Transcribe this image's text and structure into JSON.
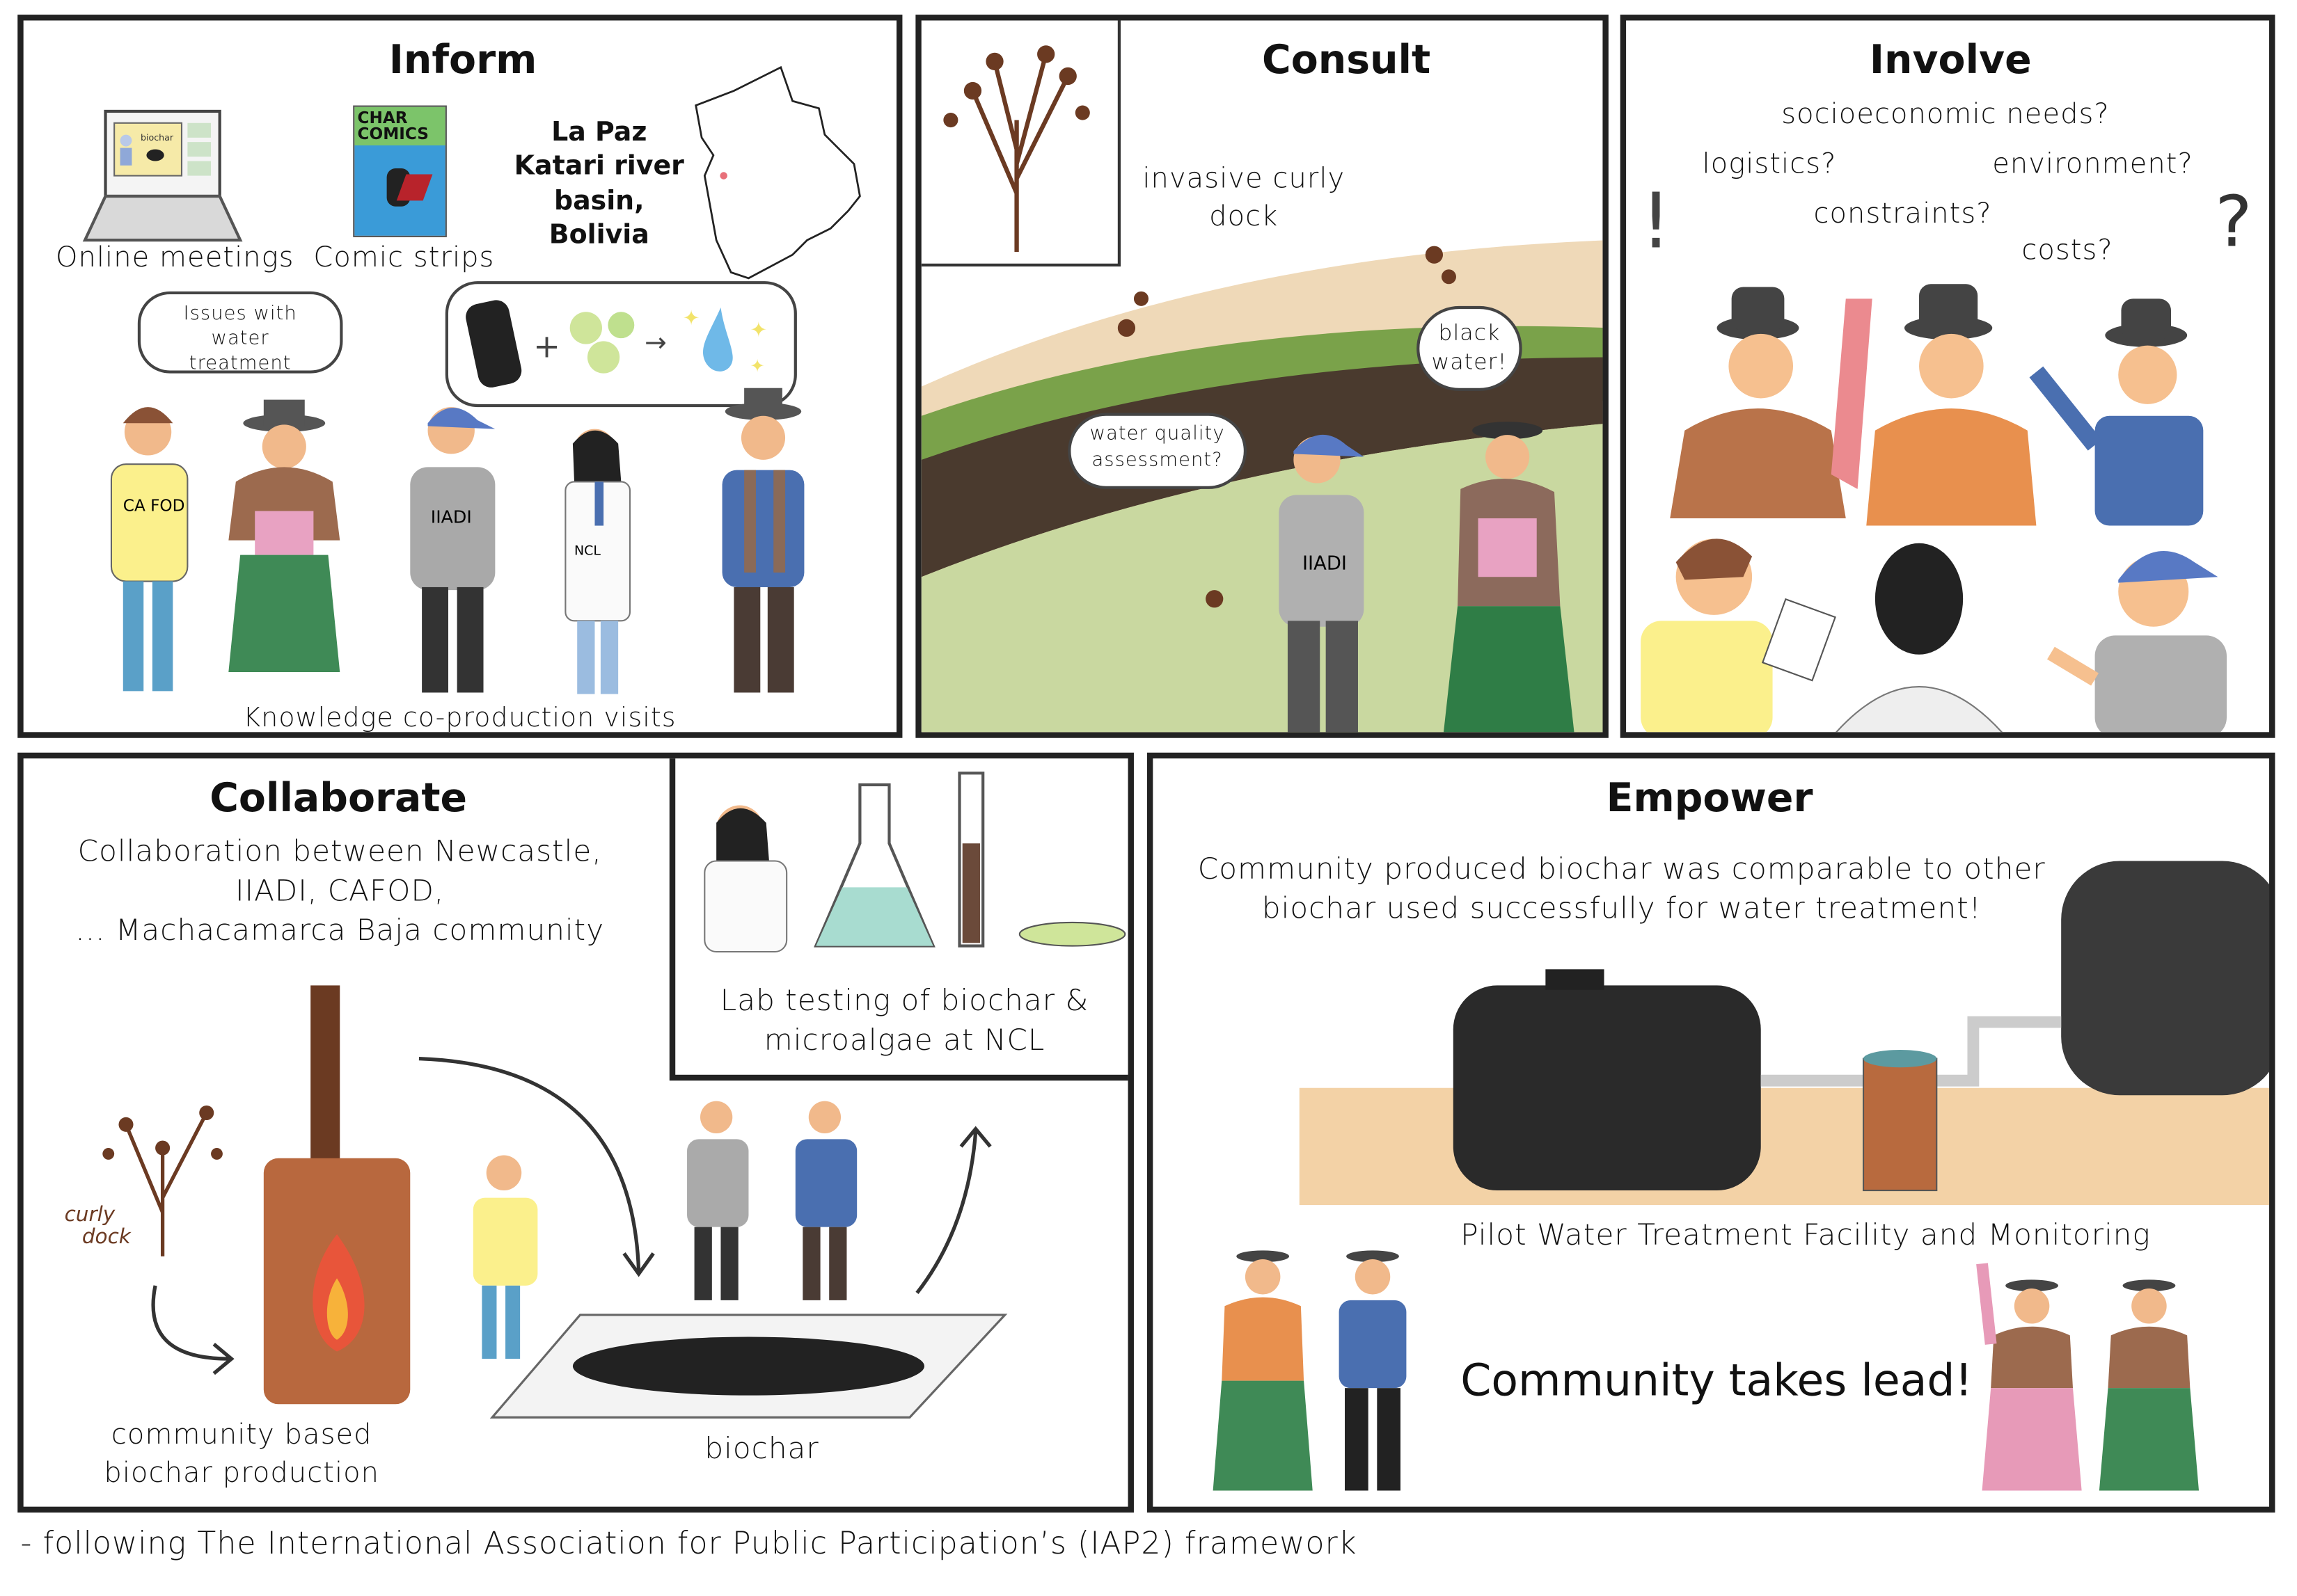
{
  "inform": {
    "title": "Inform",
    "online_meetings": "Online meetings",
    "comic_strips": "Comic strips",
    "comic_cover": "CHAR COMICS",
    "laptop_screen": "biochar",
    "location": [
      "La Paz",
      "Katari river",
      "basin,",
      "Bolivia"
    ],
    "bubble_issues": "Issues with water treatment",
    "visits": "Knowledge co-production visits",
    "shirt_cafod": "CA FOD",
    "shirt_iiadi": "IIADI",
    "badge_ncl": "NCL"
  },
  "consult": {
    "title": "Consult",
    "invasive": "invasive curly dock",
    "black_water": "black water!",
    "water_quality": "water quality assessment?",
    "shirt_iiadi": "IIADI"
  },
  "involve": {
    "title": "Involve",
    "questions": [
      "socioeconomic needs?",
      "logistics?",
      "environment?",
      "constraints?",
      "costs?"
    ],
    "exclaim": "!",
    "question_mark": "?"
  },
  "collaborate": {
    "title": "Collaborate",
    "description": [
      "Collaboration between Newcastle,",
      "IIADI, CAFOD,",
      "... Machacamarca Baja community"
    ],
    "lab_testing": [
      "Lab testing of biochar &",
      "microalgae at NCL"
    ],
    "curly_dock": [
      "curly",
      "dock"
    ],
    "production": [
      "community based",
      "biochar production"
    ],
    "biochar": "biochar"
  },
  "empower": {
    "title": "Empower",
    "result": [
      "Community produced biochar was comparable to other",
      "biochar used successfully for water treatment!"
    ],
    "facility": "Pilot Water Treatment Facility and Monitoring",
    "lead": "Community takes lead!"
  },
  "footer": "- following The International Association for Public Participation’s (IAP2) framework",
  "colors": {
    "border": "#222222",
    "green_skirt": "#3f8a56",
    "pink": "#e79ab8",
    "blue": "#4a6fb0",
    "brown": "#6b3a22",
    "sand": "#f3d2a6"
  }
}
